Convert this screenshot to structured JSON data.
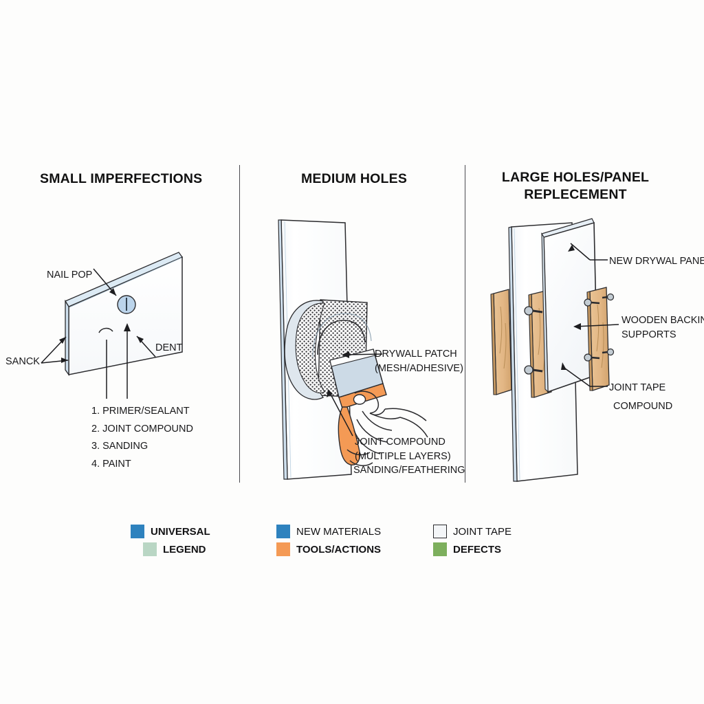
{
  "panels": [
    {
      "id": "small-imperfections",
      "title": "SMALL IMPERFECTIONS",
      "labels": {
        "nail_pop": "NAIL POP",
        "dent": "DENT",
        "sanck": "SANCK"
      },
      "steps": [
        "1. PRIMER/SEALANT",
        "2. JOINT COMPOUND",
        "3. SANDING",
        "4. PAINT"
      ]
    },
    {
      "id": "medium-holes",
      "title": "MEDIUM HOLES",
      "labels": {
        "patch_line1": "DRYWALL PATCH",
        "patch_line2": "(MESH/ADHESIVE)",
        "compound_line1": "JOINT COMPOUND",
        "compound_line2": "(MULTIPLE LAYERS)",
        "sanding": "SANDING/FEATHERING"
      }
    },
    {
      "id": "large-holes-panel-replacement",
      "title_line1": "LARGE HOLES/PANEL",
      "title_line2": "REPLECEMENT",
      "labels": {
        "new_panel": "NEW DRYWAL PANEL",
        "backing_line1": "WOODEN BACKING/",
        "backing_line2": "SUPPORTS",
        "joint_tape": "JOINT TAPE",
        "compound": "COMPOUND"
      }
    }
  ],
  "legend": {
    "rows": [
      [
        {
          "label": "UNIVERSAL",
          "color": "#2e82be",
          "bold": true,
          "outlined": false,
          "indented": false
        },
        {
          "label": "NEW MATERIALS",
          "color": "#2e82be",
          "bold": false,
          "outlined": false,
          "indented": false
        },
        {
          "label": "JOINT TAPE",
          "color": "#f4f6f8",
          "bold": false,
          "outlined": true,
          "indented": false
        }
      ],
      [
        {
          "label": "LEGEND",
          "color": "#b9d6c4",
          "bold": true,
          "outlined": false,
          "indented": true
        },
        {
          "label": "TOOLS/ACTIONS",
          "color": "#f49a55",
          "bold": true,
          "outlined": false,
          "indented": false
        },
        {
          "label": "DEFECTS",
          "color": "#7daf5d",
          "bold": true,
          "outlined": false,
          "indented": false
        }
      ]
    ]
  },
  "colors": {
    "ink": "#18181a",
    "line": "#2b2b2e",
    "drywall_face": "#fbfcfd",
    "drywall_edge": "#cfe0ee",
    "nail_pop_fill": "#bbd4eb",
    "wood_fill": "#e7bf8e",
    "wood_dark": "#c89a62",
    "blade_fill": "#ccdae6",
    "handle_fill": "#f49a55",
    "mesh_fill": "#ffffff",
    "patch_grey": "#d9e2ea"
  }
}
